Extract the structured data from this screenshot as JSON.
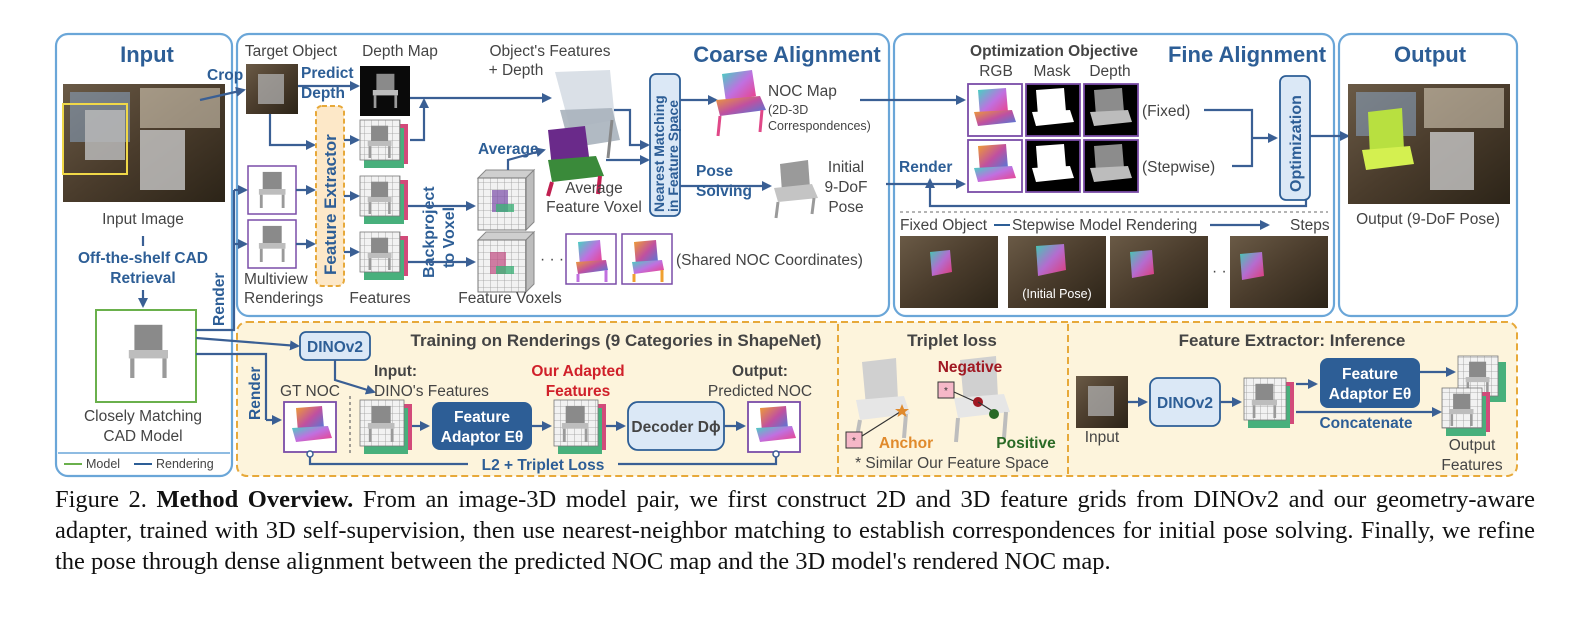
{
  "sections": {
    "input": "Input",
    "coarse": "Coarse Alignment",
    "fine": "Fine Alignment",
    "output": "Output",
    "training": "Training on Renderings (9 Categories in ShapeNet)",
    "triplet": "Triplet loss",
    "inference": "Feature Extractor: Inference"
  },
  "input_panel": {
    "crop": "Crop",
    "input_image": "Input Image",
    "retrieval_1": "Off-the-shelf CAD",
    "retrieval_2": "Retrieval",
    "render": "Render",
    "cad_1": "Closely Matching",
    "cad_2": "CAD Model",
    "legend_model": "Model",
    "legend_rendering": "Rendering"
  },
  "coarse_panel": {
    "target_object": "Target Object",
    "depth_map": "Depth Map",
    "predict": "Predict",
    "depth": "Depth",
    "objects_features_1": "Object's Features",
    "objects_features_2": "+ Depth",
    "feature_extractor": "Feature Extractor",
    "backproject_1": "Backproject",
    "backproject_2": "to Voxel",
    "average": "Average",
    "average_voxel_1": "Average",
    "average_voxel_2": "Feature Voxel",
    "nn_matching_1": "Nearest Matching",
    "nn_matching_2": "in Feature Space",
    "noc_map": "NOC Map",
    "noc_corr_1": "(2D-3D",
    "noc_corr_2": "Correspondences)",
    "pose_1": "Pose",
    "pose_2": "Solving",
    "initial_1": "Initial",
    "initial_2": "9-DoF",
    "initial_3": "Pose",
    "multiview_1": "Multiview",
    "multiview_2": "Renderings",
    "features": "Features",
    "feature_voxels": "Feature Voxels",
    "dots": "· · ·",
    "shared_noc": "(Shared NOC Coordinates)"
  },
  "fine_panel": {
    "objective": "Optimization Objective",
    "rgb": "RGB",
    "mask": "Mask",
    "depth": "Depth",
    "fixed": "(Fixed)",
    "stepwise": "(Stepwise)",
    "render": "Render",
    "optimization": "Optimization",
    "fixed_object": "Fixed Object",
    "stepwise_rendering": "Stepwise Model Rendering",
    "steps": "Steps",
    "initial_pose": "(Initial Pose)",
    "dots": "·  ·  ·"
  },
  "output_panel": {
    "label": "Output (9-DoF Pose)"
  },
  "training_panel": {
    "dinov2": "DINOv2",
    "render": "Render",
    "gt_noc": "GT NOC",
    "input_1": "Input:",
    "input_2": "DINO's Features",
    "adapted_1": "Our Adapted",
    "adapted_2": "Features",
    "output_1": "Output:",
    "output_2": "Predicted NOC",
    "adaptor_1": "Feature",
    "adaptor_2": "Adaptor Eθ",
    "decoder": "Decoder Dϕ",
    "loss": "L2 + Triplet Loss"
  },
  "triplet_panel": {
    "negative": "Negative",
    "anchor": "Anchor",
    "positive": "Positive",
    "note": "* Similar Our Feature Space"
  },
  "inference_panel": {
    "input": "Input",
    "dinov2": "DINOv2",
    "adaptor_1": "Feature",
    "adaptor_2": "Adaptor Eθ",
    "concatenate": "Concatenate",
    "output_1": "Output",
    "output_2": "Features"
  },
  "caption": {
    "prefix": "Figure 2.",
    "bold": "Method Overview.",
    "text": "From an image-3D model pair, we first construct 2D and 3D feature grids from DINOv2 and our geometry-aware adapter, trained with 3D self-supervision, then use nearest-neighbor matching to establish correspondences for initial pose solving. Finally, we refine the pose through dense alignment between the predicted NOC map and the 3D model's rendered NOC map."
  },
  "colors": {
    "frame_blue": "#6aa6d8",
    "accent_blue": "#2d5e96",
    "training_bg": "#fdf4dc",
    "training_border": "#e7a93a",
    "box_fill": "#dbe8f6",
    "box_dark": "#2d5e96",
    "negative_red": "#a01822",
    "anchor_orange": "#e08a2c",
    "positive_green": "#2a6a26",
    "model_green": "#6ab04c"
  }
}
